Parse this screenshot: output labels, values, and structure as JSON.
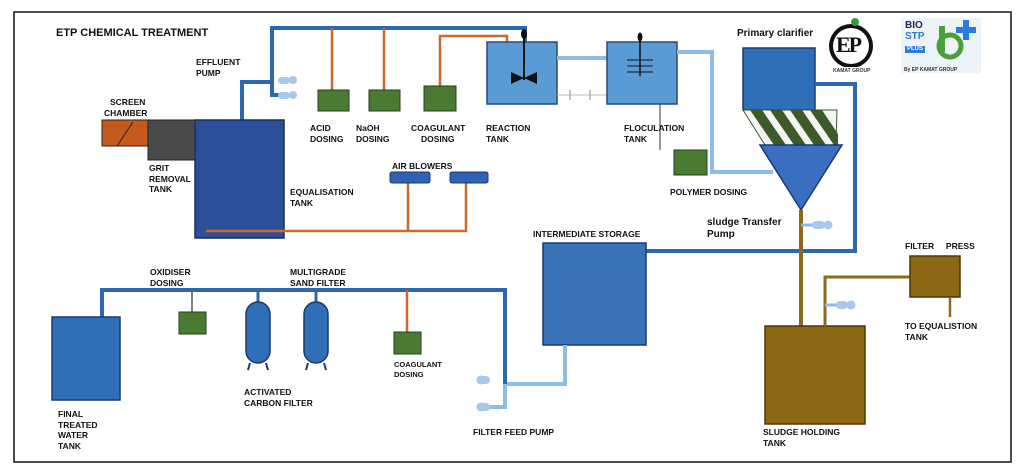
{
  "title": "ETP CHEMICAL TREATMENT",
  "labels": {
    "effluent_pump": [
      "EFFLUENT",
      "PUMP"
    ],
    "screen_chamber": [
      "SCREEN",
      "CHAMBER"
    ],
    "grit_removal": [
      "GRIT",
      "REMOVAL",
      "TANK"
    ],
    "equalisation": [
      "EQUALISATION",
      "TANK"
    ],
    "acid_dosing": [
      "ACID",
      "DOSING"
    ],
    "naoh_dosing": [
      "NaOH",
      "DOSING"
    ],
    "coagulant_dosing_top": [
      "COAGULANT",
      "DOSING"
    ],
    "reaction_tank": [
      "REACTION",
      "TANK"
    ],
    "floculation_tank": [
      "FLOCULATION",
      "TANK"
    ],
    "primary_clarifier": "Primary clarifier",
    "air_blowers": "AIR BLOWERS",
    "polymer_dosing": "POLYMER DOSING",
    "sludge_transfer_pump": [
      "sludge Transfer",
      "Pump"
    ],
    "filter_press": "FILTER     PRESS",
    "to_equalisation": [
      "TO EQUALISTION",
      "TANK"
    ],
    "intermediate_storage": "INTERMEDIATE STORAGE",
    "oxidiser_dosing": [
      "OXIDISER",
      "DOSING"
    ],
    "multigrade_filter": [
      "MULTIGRADE",
      "SAND FILTER"
    ],
    "activated_carbon": [
      "ACTIVATED",
      "CARBON FILTER"
    ],
    "coagulant_dosing_bottom": [
      "COAGULANT",
      "DOSING"
    ],
    "final_treated": [
      "FINAL",
      "TREATED",
      "WATER",
      "TANK"
    ],
    "filter_feed_pump": "FILTER FEED PUMP",
    "sludge_holding": [
      "SLUDGE HOLDING",
      "TANK"
    ]
  },
  "logos": {
    "ep_text": "EP",
    "ep_sub": "KAMAT GROUP",
    "bio_line1": "BIO",
    "bio_line2": "STP",
    "bio_line3": "PLUS",
    "bio_sub": "By EP KAMAT GROUP"
  },
  "colors": {
    "pipe_blue": "#2d67ad",
    "pipe_light": "#8dbde6",
    "pipe_orange": "#c96a2a",
    "pipe_brown": "#8b6a1e",
    "tank_blue": "#3a72b8",
    "tank_dark": "#2d4f9a",
    "tank_light": "#5b9bd5",
    "dosing_green": "#4b7a32",
    "brown_tank": "#8b6914",
    "screen_orange": "#c55a1e",
    "grit_gray": "#4a4a4a"
  }
}
